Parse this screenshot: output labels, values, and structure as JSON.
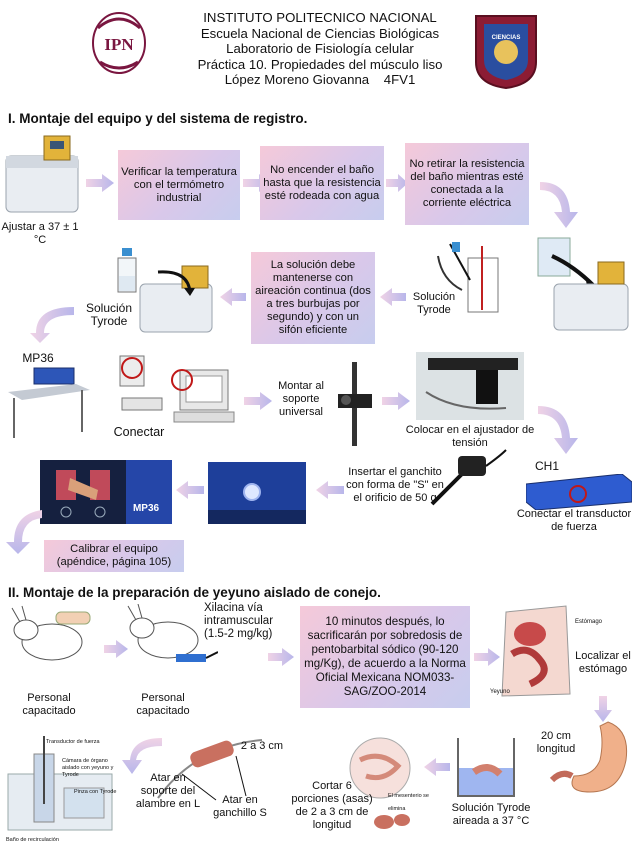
{
  "header": {
    "line1": "INSTITUTO POLITECNICO NACIONAL",
    "line2": "Escuela Nacional de Ciencias Biológicas",
    "line3": "Laboratorio de Fisiología celular",
    "line4": "Práctica 10. Propiedades del músculo liso",
    "line5": "López Moreno Giovanna    4FV1"
  },
  "logos": {
    "left_text": "IPN",
    "right_text": "CIENCIAS"
  },
  "section1": {
    "title": "I. Montaje del equipo y del sistema de registro.",
    "b1": "Verificar la temperatura con el termómetro industrial",
    "b2": "No encender el baño hasta que la resistencia esté rodeada con agua",
    "b3": "No retirar la resistencia del baño mientras esté conectada a la corriente eléctrica",
    "b4": "La solución debe mantenerse con aireación continua (dos a tres burbujas por segundo) y con un sifón eficiente",
    "b5": "Calibrar el equipo (apéndice, página 105)",
    "l_ajustar": "Ajustar a 37 ± 1 °C",
    "l_tyrode1": "Solución Tyrode",
    "l_tyrode2": "Solución Tyrode",
    "l_mp36": "MP36",
    "l_conectar": "Conectar",
    "l_montar": "Montar al soporte universal",
    "l_colocar": "Colocar en el ajustador de tensión",
    "l_insertar": "Insertar el ganchito con forma de \"S\" en el orificio de 50 g",
    "l_ch1": "CH1",
    "l_transductor": "Conectar el transductor de fuerza",
    "l_mp36_screen": "MP36"
  },
  "section2": {
    "title": "II. Montaje de la preparación de yeyuno aislado de conejo.",
    "l_personal1": "Personal capacitado",
    "l_personal2": "Personal capacitado",
    "l_xilacina": "Xilacina vía intramuscular (1.5-2 mg/kg)",
    "b6": "10 minutos después, lo sacrificarán por sobredosis de pentobarbital sódico (90-120 mg/Kg), de acuerdo a la Norma Oficial Mexicana NOM033-SAG/ZOO-2014",
    "l_localizar": "Localizar el estómago",
    "l_estomago_tag": "Estómago",
    "l_yeyuno_tag": "Yeyuno",
    "l_20cm": "20 cm longitud",
    "l_tyrode3": "Solución Tyrode aireada a 37 °C",
    "l_cortar": "Cortar 6 porciones (asas) de 2 a 3 cm de longitud",
    "l_2a3": "2 a 3 cm",
    "l_atar_soporte": "Atar en soporte del alambre en L",
    "l_atar_ganchillo": "Atar en ganchillo S",
    "l_transductor_tag": "Transductor de fuerza",
    "l_camara_tag": "Cámara de órgano aislado con yeyuno y Tyrode",
    "l_pinza_tag": "Pinza con Tyrode",
    "l_bano_tag": "Baño de recirculación",
    "l_mesenterio_tag": "El mesenterio se elimina"
  },
  "colors": {
    "arrow": "#b9b7e6",
    "box_start": "#f5c9d9",
    "box_end": "#c7cdee"
  }
}
